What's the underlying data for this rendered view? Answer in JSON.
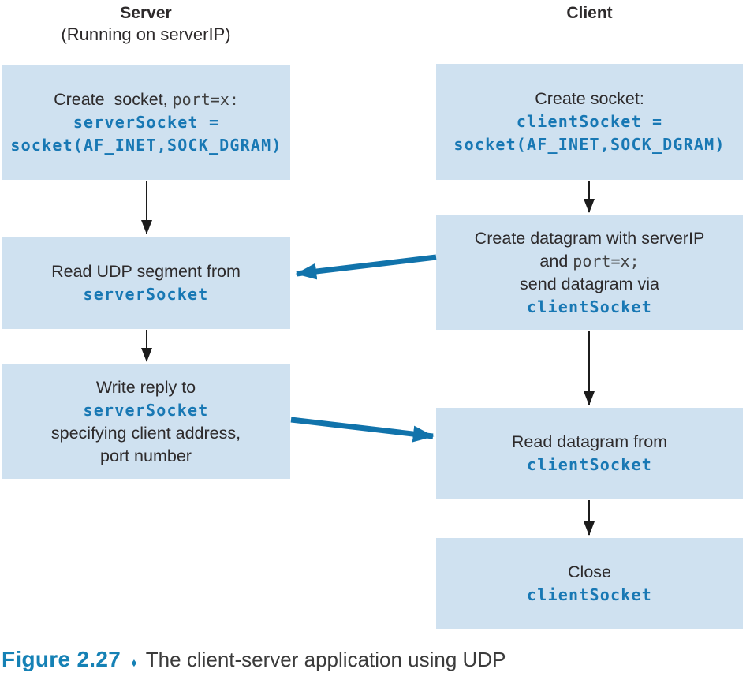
{
  "colors": {
    "box_background": "#cfe1f0",
    "code_blue": "#1878b4",
    "arrow_blue": "#1173ab",
    "arrow_black": "#1c1c1c",
    "caption_blue": "#1581b5",
    "text_dark": "#2d2a2b"
  },
  "headers": {
    "server_title": "Server",
    "server_subtitle": "(Running on serverIP)",
    "client_title": "Client"
  },
  "server": {
    "box1": {
      "text_before": "Create  socket, ",
      "code_inline": "port=x:",
      "code1": "serverSocket =",
      "code2": "socket(AF_INET,SOCK_DGRAM)"
    },
    "box2": {
      "text": "Read UDP segment from",
      "code": "serverSocket"
    },
    "box3": {
      "text1": "Write reply to",
      "code": "serverSocket",
      "text2": "specifying client address,",
      "text3": "port number"
    }
  },
  "client": {
    "box1": {
      "text": "Create socket:",
      "code1": "clientSocket =",
      "code2": "socket(AF_INET,SOCK_DGRAM)"
    },
    "box2": {
      "text1": "Create datagram with serverIP",
      "text2_before": "and ",
      "code_inline": "port=x;",
      "text3": "send datagram via",
      "code": "clientSocket"
    },
    "box3": {
      "text": "Read datagram from",
      "code": "clientSocket"
    },
    "box4": {
      "text": "Close",
      "code": "clientSocket"
    }
  },
  "caption": {
    "label": "Figure 2.27",
    "separator": "♦",
    "text": "The client-server application using UDP"
  }
}
